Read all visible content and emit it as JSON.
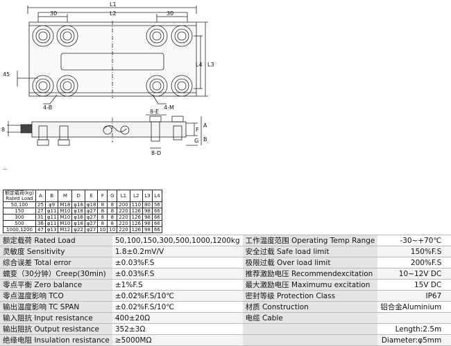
{
  "drawing": {
    "dims": {
      "L1": "L1",
      "L2": "L2",
      "L3": "L3",
      "L4": "L4",
      "d30_left": "30",
      "d30_right": "30",
      "d45": "45",
      "B4": "4-B",
      "M4": "4-M",
      "E8": "8-E",
      "D8": "8-D",
      "F": "F",
      "A": "A",
      "G": "G",
      "B": "B",
      "pt8": "8"
    },
    "colors": {
      "line": "#222222",
      "fill": "#f0f0f0",
      "cable": "#333333"
    }
  },
  "dim_table": {
    "header_cn": "额定载荷(kg)",
    "header_en": "Rated Load",
    "columns": [
      "A",
      "B",
      "M",
      "D",
      "E",
      "F",
      "G",
      "L1",
      "L2",
      "L3",
      "L4"
    ],
    "rows": [
      [
        "50,100",
        "25",
        "φ9",
        "M18",
        "φ18",
        "φ18",
        "8",
        "8",
        "200",
        "110",
        "80",
        "56"
      ],
      [
        "150",
        "27",
        "φ11",
        "M10",
        "φ18",
        "φ27",
        "8",
        "8",
        "220",
        "126",
        "98",
        "66"
      ],
      [
        "300",
        "31",
        "φ11",
        "M10",
        "φ18",
        "φ27",
        "8",
        "8",
        "220",
        "126",
        "98",
        "66"
      ],
      [
        "500",
        "36",
        "φ11",
        "M10",
        "φ18",
        "φ27",
        "8",
        "8",
        "220",
        "126",
        "98",
        "66"
      ],
      [
        "1000,1200",
        "47",
        "φ13",
        "M12",
        "φ22",
        "φ27",
        "10",
        "10",
        "220",
        "126",
        "98",
        "66"
      ]
    ]
  },
  "specs": [
    {
      "n1": "额定载荷 Rated Load",
      "v1": "50,100,150,300,500,1000,1200kg",
      "n2": "工作温度范围 Operating Temp Range",
      "v2": "-30~+70℃"
    },
    {
      "n1": "灵敏度 Sensitivity",
      "v1": "1.8±0.2mV/V",
      "n2": "安全过载 Safe load limit",
      "v2": "150%F.S"
    },
    {
      "n1": "综合误差 Total error",
      "v1": "±0.03%F.S",
      "n2": "极限过载 Over load limit",
      "v2": "200%F.S"
    },
    {
      "n1": "蠕变（30分钟）Creep(30min)",
      "v1": "±0.03%F.S",
      "n2": "推荐激励电压 Recommendexcitation",
      "v2": "10~12V DC"
    },
    {
      "n1": "零点平衡 Zero balance",
      "v1": "±1%F.S",
      "n2": "最大激励电压 Maximumu excitation",
      "v2": "15V DC"
    },
    {
      "n1": "零点温度影响 TCO",
      "v1": "±0.02%F.S/10℃",
      "n2": "密封等级 Protection Class",
      "v2": "IP67"
    },
    {
      "n1": "输出温度影响 TC SPAN",
      "v1": "±0.02%F.S/10℃",
      "n2": "材质 Construction",
      "v2": "铝合金Aluminium"
    },
    {
      "n1": "输入阻抗 Input resistance",
      "v1": "400±20Ω",
      "n2": "电缆 Cable",
      "v2": ""
    },
    {
      "n1": "输出阻抗 Output resistance",
      "v1": "352±3Ω",
      "n2": "",
      "v2": "Length:2.5m"
    },
    {
      "n1": "绝缘电阻 Insulation resistance",
      "v1": "≥5000MΩ",
      "n2": "",
      "v2": "Diameter:φ5mm"
    }
  ]
}
